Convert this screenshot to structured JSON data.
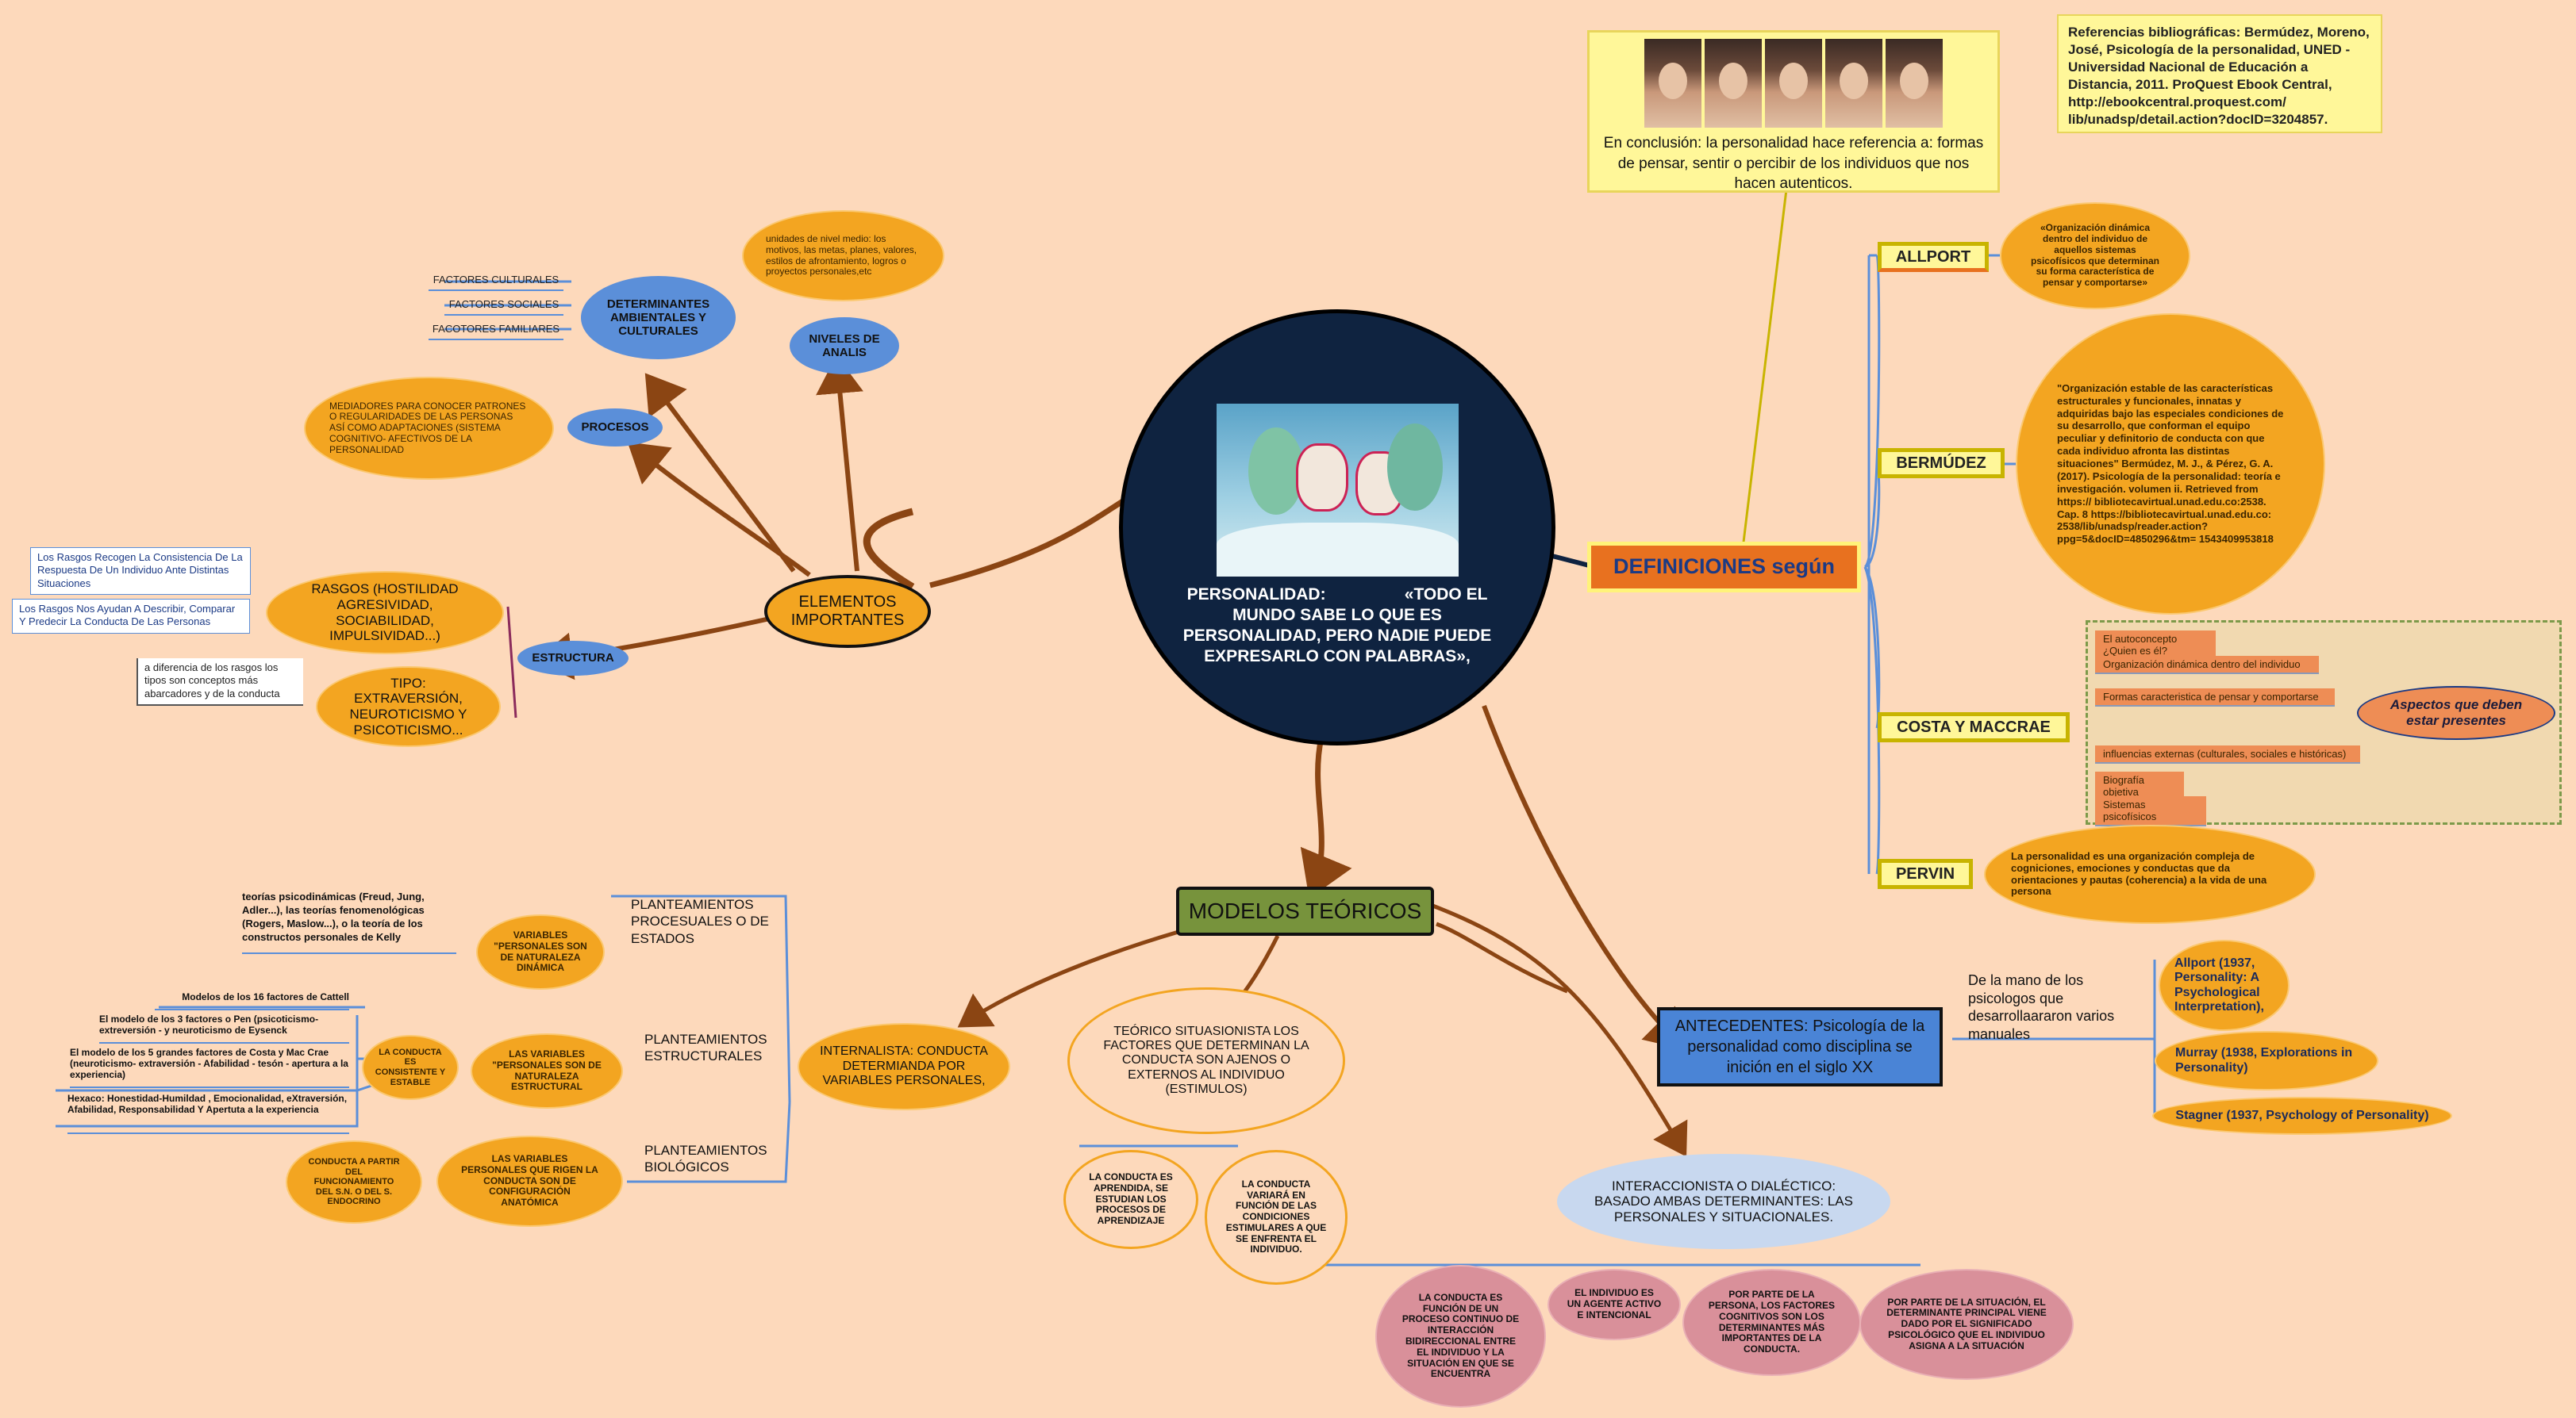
{
  "center": {
    "text": "PERSONALIDAD:                 «TODO EL MUNDO SABE LO QUE ES PERSONALIDAD, PERO NADIE PUEDE EXPRESARLO CON PALABRAS»,",
    "image": "masks-on-faces-illustration"
  },
  "conclusion": {
    "text": "En conclusión: la personalidad hace referencia a: formas de pensar, sentir o percibir de los individuos que nos hacen autenticos.",
    "image": "five-portraits-of-woman-expressions"
  },
  "references": {
    "text": "Referencias bibliográficas: Bermúdez, Moreno, José, Psicología de la personalidad, UNED - Universidad Nacional de Educación a Distancia, 2011. ProQuest Ebook Central, http://ebookcentral.proquest.com/ lib/unadsp/detail.action?docID=3204857."
  },
  "definiciones": {
    "title": "DEFINICIONES según",
    "allport": {
      "label": "ALLPORT",
      "text": "«Organización dinámica dentro del individuo de aquellos sistemas psicofísicos que determinan su forma característica de pensar y comportarse»"
    },
    "bermudez": {
      "label": "BERMÚDEZ",
      "text": "\"Organización estable de las características estructurales y funcionales, innatas y adquiridas bajo las especiales condiciones de su desarrollo, que conforman el equipo peculiar y definitorio de conducta con que cada individuo afronta las distintas situaciones\"     Bermúdez, M. J., & Pérez, G. A. (2017). Psicología de la personalidad: teoría e investigación. volumen ii. Retrieved from https:// bibliotecavirtual.unad.edu.co:2538. Cap. 8 https://bibliotecavirtual.unad.edu.co: 2538/lib/unadsp/reader.action? ppg=5&docID=4850296&tm= 1543409953818"
    },
    "costa": {
      "label": "COSTA Y MACCRAE",
      "items": [
        "El autoconcepto  ¿Quien es él?",
        "Organización dinámica dentro del individuo",
        "Formas caracteristica de pensar y comportarse",
        "influencias externas (culturales, sociales e históricas)",
        "Biografía objetiva",
        "Sistemas psicofísicos"
      ],
      "aspects": "Aspectos que deben estar presentes"
    },
    "pervin": {
      "label": "PERVIN",
      "text": "La personalidad es una organización compleja de cogniciones, emociones y conductas que da orientaciones y pautas (coherencia) a la vida de una persona"
    }
  },
  "antecedentes": {
    "title": "ANTECEDENTES: Psicología de la personalidad como disciplina se inición en el siglo XX",
    "intro": "De la mano de los psicologos que desarrollaararon varios manuales",
    "items": [
      "Allport (1937, Personality: A Psychological Interpretation),",
      "Murray (1938, Explorations in Personality)",
      "Stagner (1937, Psychology of Personality)"
    ]
  },
  "interaccionista": {
    "title": "INTERACCIONISTA O DIALÉCTICO: BASADO AMBAS DETERMINANTES: LAS PERSONALES Y SITUACIONALES.",
    "items": [
      "LA CONDUCTA ES FUNCIÓN DE UN PROCESO CONTINUO DE INTERACCIÓN BIDIRECCIONAL ENTRE EL INDIVIDUO Y LA SITUACIÓN EN QUE SE ENCUENTRA",
      "EL INDIVIDUO ES UN AGENTE ACTIVO E INTENCIONAL",
      "POR PARTE DE LA PERSONA, LOS FACTORES COGNITIVOS SON LOS DETERMINANTES MÁS IMPORTANTES DE LA CONDUCTA.",
      "POR PARTE DE LA SITUACIÓN, EL DETERMINANTE PRINCIPAL VIENE DADO POR EL SIGNIFICADO PSICOLÓGICO QUE EL INDIVIDUO ASIGNA A LA SITUACIÓN"
    ]
  },
  "modelos": {
    "title": "MODELOS TEÓRICOS",
    "situacionista": {
      "title": "TEÓRICO SITUASIONISTA LOS FACTORES QUE DETERMINAN LA CONDUCTA SON AJENOS O EXTERNOS AL INDIVIDUO (ESTIMULOS)",
      "left": "LA  CONDUCTA ES APRENDIDA, SE ESTUDIAN LOS PROCESOS DE APRENDIZAJE",
      "right": "LA CONDUCTA VARIARÁ EN FUNCIÓN DE LAS CONDICIONES ESTIMULARES A QUE SE ENFRENTA EL INDIVIDUO."
    },
    "internalista": {
      "title": "INTERNALISTA: CONDUCTA DETERMIANDA POR VARIABLES PERSONALES,",
      "proc_label": "PLANTEAMIENTOS PROCESUALES  O DE ESTADOS",
      "proc_var": "VARIABLES \"PERSONALES SON DE NATURALEZA DINÁMICA",
      "proc_text": "teorías psicodinámicas (Freud, Jung, Adler...), las teorías fenomenológicas (Rogers, Maslow...), o la teoría de los constructos personales de Kelly",
      "estr_label": "PLANTEAMIENTOS ESTRUCTURALES",
      "estr_var": "LAS VARIABLES \"PERSONALES SON DE NATURALEZA ESTRUCTURAL",
      "estr_sub": "LA CONDUCTA ES CONSISTENTE Y ESTABLE",
      "estr_items": [
        "Modelos de los 16 factores de Cattell",
        "El modelo de los 3 factores o Pen (psicoticismo- extreversión - y neuroticismo de Eysenck",
        "El modelo de los 5 grandes factores de Costa y Mac Crae (neuroticismo- extraversión - Afabilidad - tesón - apertura a la experiencia)",
        "Hexaco: Honestidad-Humildad , Emocionalidad, eXtraversión, Afabilidad, Responsabilidad Y Apertuta a la experiencia"
      ],
      "bio_label": "PLANTEAMIENTOS BIOLÓGICOS",
      "bio_var": "LAS VARIABLES PERSONALES QUE RIGEN LA CONDUCTA SON DE CONFIGURACIÓN ANATÓMICA",
      "bio_sub": "CONDUCTA A PARTIR DEL FUNCIONAMIENTO DEL S.N. O DEL S. ENDOCRINO"
    }
  },
  "elementos": {
    "title": "ELEMENTOS IMPORTANTES",
    "determinantes": "DETERMINANTES AMBIENTALES Y CULTURALES",
    "factores": [
      "FACTORES CULTURALES",
      "FACTORES SOCIALES",
      "FACOTORES FAMILIARES"
    ],
    "niveles": "NIVELES DE ANALIS",
    "niveles_text": "unidades de nivel medio: los motivos, las metas, planes, valores, estilos de afrontamiento, logros o proyectos personales,etc",
    "procesos": "PROCESOS",
    "procesos_text": "MEDIADORES PARA CONOCER PATRONES O REGULARIDADES DE LAS PERSONAS ASÍ COMO ADAPTACIONES (SISTEMA COGNITIVO- AFECTIVOS DE LA PERSONALIDAD",
    "estructura": "ESTRUCTURA",
    "rasgos": "RASGOS (HOSTILIDAD AGRESIVIDAD, SOCIABILIDAD, IMPULSIVIDAD...)",
    "rasgos_notes": [
      "Los Rasgos Recogen La Consistencia De La Respuesta De Un Individuo Ante Distintas Situaciones",
      "Los Rasgos Nos Ayudan A Describir, Comparar Y Predecir La Conducta De Las Personas"
    ],
    "tipo": "TIPO: EXTRAVERSIÓN, NEUROTICISMO Y PSICOTICISMO...",
    "tipo_note": "a diferencia de los rasgos los tipos son conceptos más abarcadores y  de la conducta"
  },
  "colors": {
    "background": "#fdd9bb",
    "orange": "#f3a521",
    "blue": "#5b8fd9",
    "navy": "#0f2340",
    "green": "#77933c",
    "pink": "#d9909a",
    "connector": "#8b4513"
  }
}
